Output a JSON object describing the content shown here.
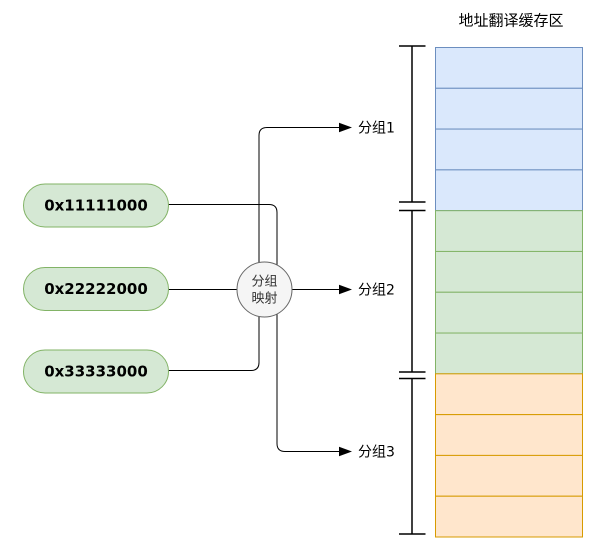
{
  "title": "地址翻译缓存区",
  "addresses": [
    {
      "label": "0x11111000"
    },
    {
      "label": "0x22222000"
    },
    {
      "label": "0x33333000"
    }
  ],
  "mapper": {
    "line1": "分组",
    "line2": "映射"
  },
  "groups": [
    {
      "label": "分组1"
    },
    {
      "label": "分组2"
    },
    {
      "label": "分组3"
    }
  ],
  "cache": {
    "sections": [
      {
        "color": "blue",
        "cells": 4
      },
      {
        "color": "green",
        "cells": 4
      },
      {
        "color": "orange",
        "cells": 4
      }
    ]
  },
  "colors": {
    "blue_fill": "#dae8fc",
    "blue_stroke": "#6c8ebf",
    "green_fill": "#d5e8d4",
    "green_stroke": "#82b366",
    "orange_fill": "#ffe6cc",
    "orange_stroke": "#d79b00",
    "circle_fill": "#f5f5f5",
    "circle_stroke": "#666666",
    "line": "#000000"
  }
}
